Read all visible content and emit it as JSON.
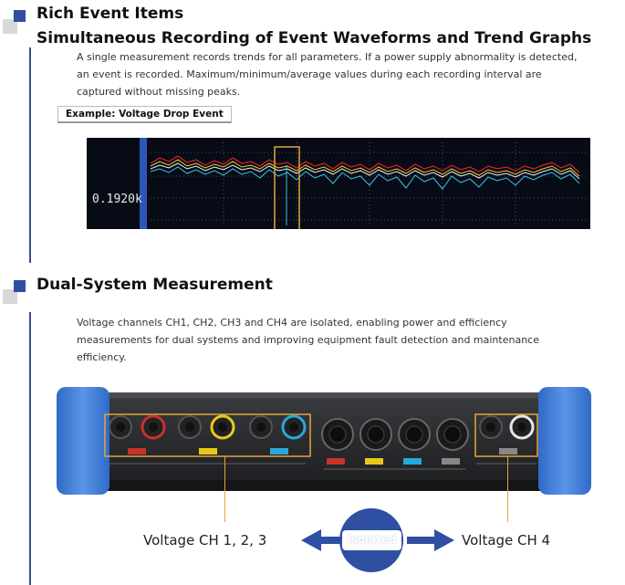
{
  "section1": {
    "title": "Rich Event Items",
    "subtitle": "Simultaneous Recording of Event Waveforms and Trend Graphs",
    "description": "A single measurement records trends for all parameters. If a power supply abnormality is detected, an event is recorded. Maximum/minimum/average values during each recording interval are captured without missing peaks.",
    "example_label": "Example: Voltage Drop Event",
    "scope_readout": "0.1920k"
  },
  "section2": {
    "title": "Dual-System Measurement",
    "description": "Voltage channels CH1, CH2, CH3 and CH4 are isolated, enabling power and efficiency measurements for dual systems and improving equipment fault detection and maintenance efficiency.",
    "label_left": "Voltage CH 1, 2, 3",
    "label_right": "Voltage CH 4",
    "isolated_label": "Isolated",
    "colors": {
      "accent": "#2f4fa3",
      "highlight": "#e8a43a",
      "device_blue": "#4a86d8"
    }
  }
}
